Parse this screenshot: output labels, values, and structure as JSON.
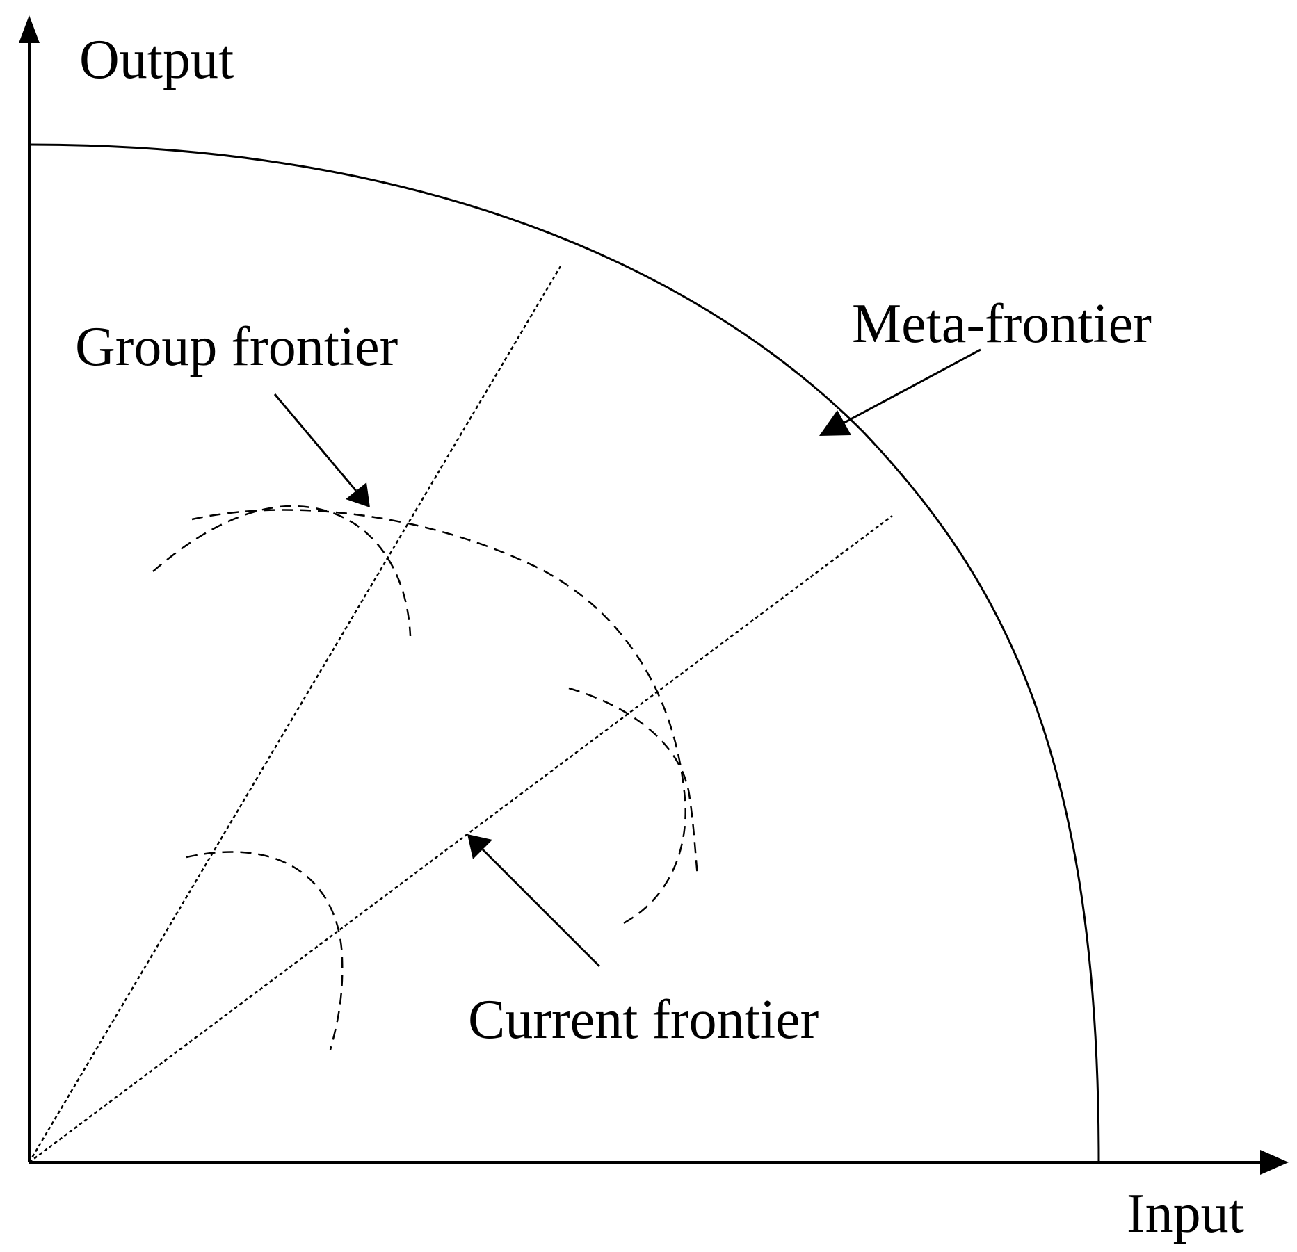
{
  "axes": {
    "x_label": "Input",
    "y_label": "Output"
  },
  "labels": {
    "meta_frontier": "Meta-frontier",
    "group_frontier": "Group frontier",
    "current_frontier": "Current frontier"
  },
  "style": {
    "line_color": "#000000",
    "background": "#ffffff"
  }
}
